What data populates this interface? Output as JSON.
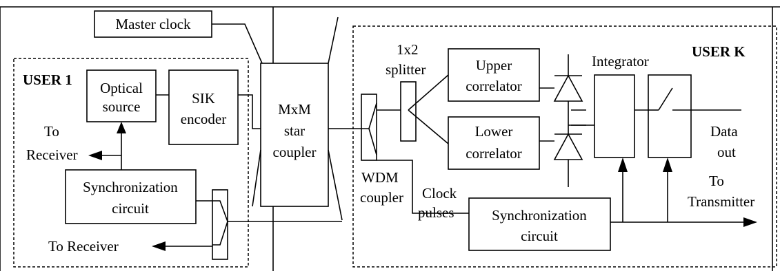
{
  "labels": {
    "master_clock": "Master clock",
    "user1": "USER 1",
    "optical_source_1": "Optical",
    "optical_source_2": "source",
    "sik_1": "SIK",
    "sik_2": "encoder",
    "star_1": "MxM",
    "star_2": "star",
    "star_3": "coupler",
    "to_receiver_upper_1": "To",
    "to_receiver_upper_2": "Receiver",
    "sync_left_1": "Synchronization",
    "sync_left_2": "circuit",
    "to_receiver_lower": "To Receiver",
    "splitter_1": "1x2",
    "splitter_2": "splitter",
    "upper_corr_1": "Upper",
    "upper_corr_2": "correlator",
    "lower_corr_1": "Lower",
    "lower_corr_2": "correlator",
    "integrator": "Integrator",
    "userk": "USER K",
    "data_out_1": "Data",
    "data_out_2": "out",
    "wdm_1": "WDM",
    "wdm_2": "coupler",
    "clock_pulses_1": "Clock",
    "clock_pulses_2": "pulses",
    "sync_right_1": "Synchronization",
    "sync_right_2": "circuit",
    "to_transmitter_1": "To",
    "to_transmitter_2": "Transmitter"
  }
}
